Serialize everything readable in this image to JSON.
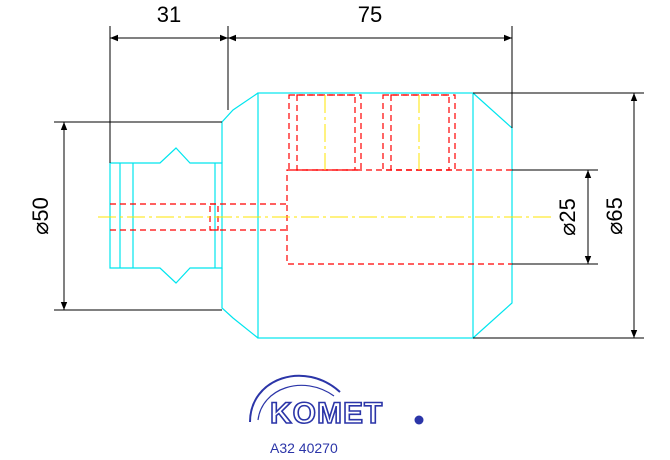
{
  "drawing": {
    "dimensions": {
      "len_shank": "31",
      "len_body": "75",
      "dia_shank": "⌀50",
      "dia_bore": "⌀25",
      "dia_body": "⌀65"
    },
    "logo": {
      "brand": "KOMET",
      "part_number": "A32 40270"
    },
    "colors": {
      "outline": "#00e5ee",
      "hidden": "#ff0000",
      "center": "#ffe600",
      "dimension": "#000000",
      "logo": "#2b35a8"
    }
  }
}
